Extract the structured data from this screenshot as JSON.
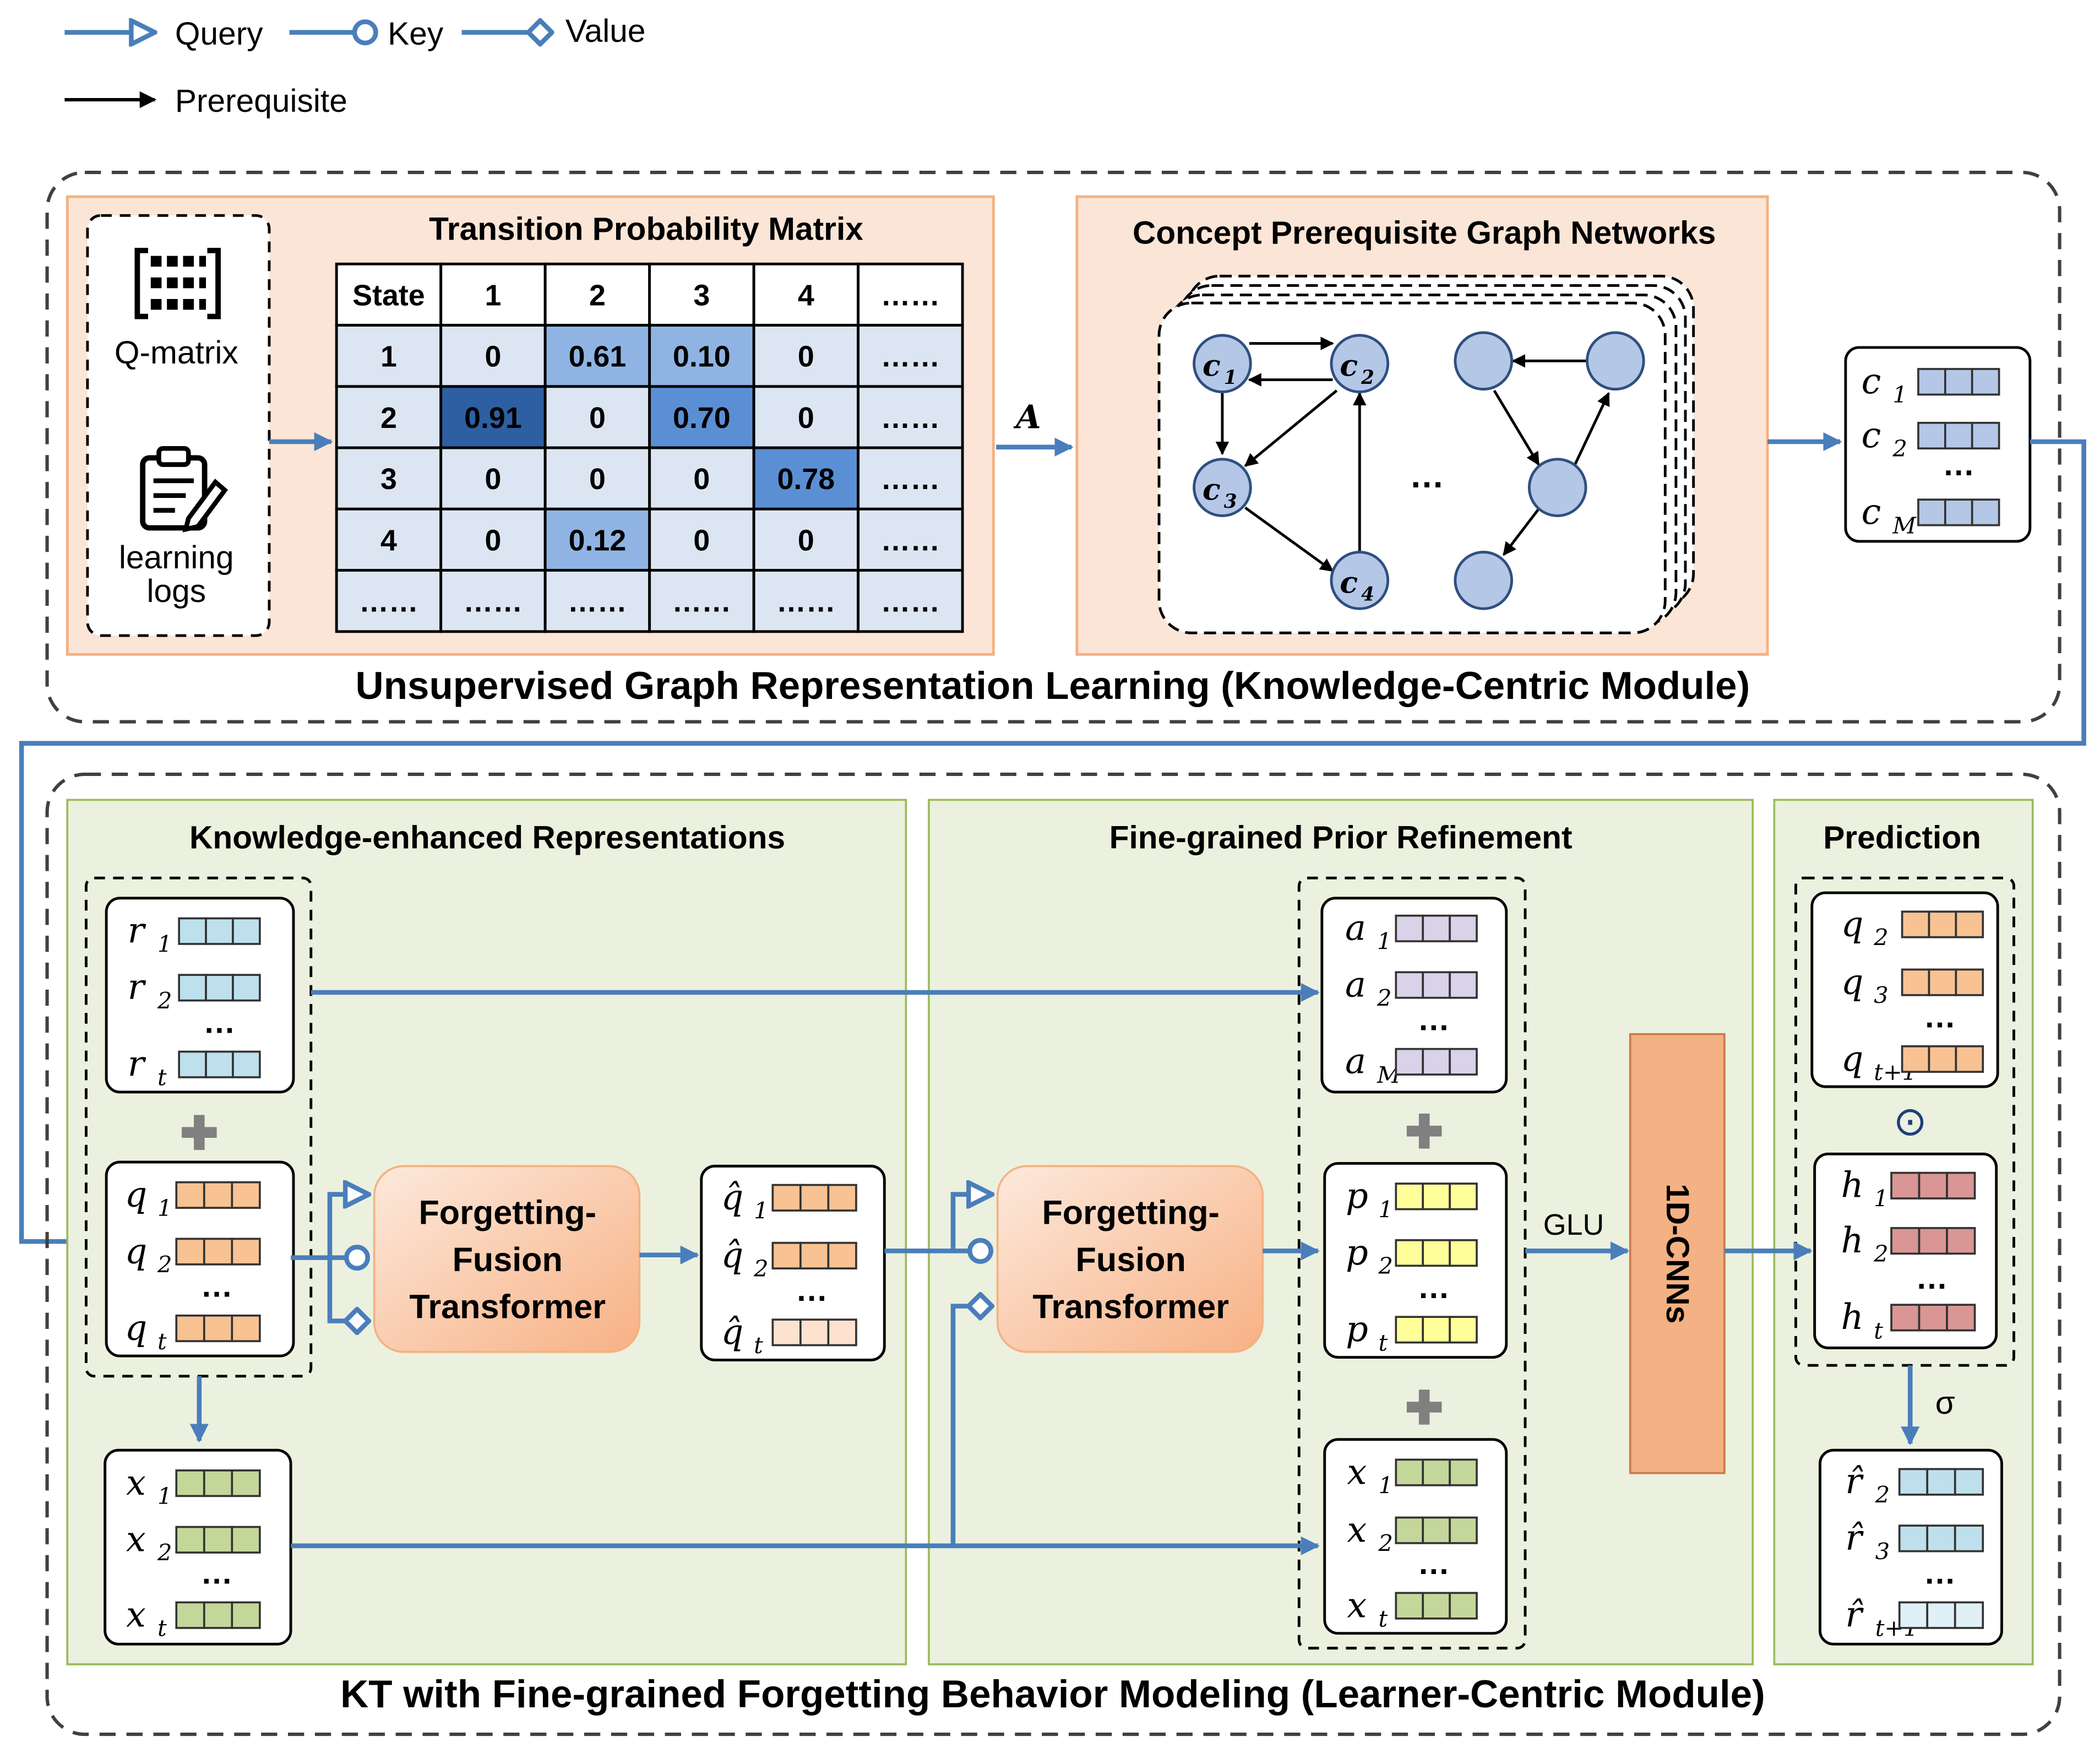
{
  "legend": {
    "query": "Query",
    "key": "Key",
    "value": "Value",
    "prerequisite": "Prerequisite"
  },
  "top_module": {
    "title": "Unsupervised Graph Representation Learning (Knowledge-Centric Module)",
    "inputs": {
      "qmatrix_label": "Q-matrix",
      "logs_label_line1": "learning",
      "logs_label_line2": "logs"
    },
    "matrix": {
      "title": "Transition Probability Matrix",
      "rows": [
        [
          "State",
          "1",
          "2",
          "3",
          "4",
          "……"
        ],
        [
          "1",
          "0",
          "0.61",
          "0.10",
          "0",
          "……"
        ],
        [
          "2",
          "0.91",
          "0",
          "0.70",
          "0",
          "……"
        ],
        [
          "3",
          "0",
          "0",
          "0",
          "0.78",
          "……"
        ],
        [
          "4",
          "0",
          "0.12",
          "0",
          "0",
          "……"
        ],
        [
          "……",
          "……",
          "……",
          "……",
          "……",
          "……"
        ]
      ]
    },
    "arrow_label": "A",
    "graph": {
      "title": "Concept Prerequisite Graph Networks",
      "nodes": [
        "c",
        "c",
        "c",
        "c"
      ],
      "node_subs": [
        "1",
        "2",
        "3",
        "4"
      ],
      "ellipsis": "…"
    },
    "concept_embeddings": {
      "labels": [
        "c",
        "c",
        "c"
      ],
      "subs": [
        "1",
        "2",
        "M"
      ],
      "ellipsis": "…"
    }
  },
  "bottom_module": {
    "title": "KT with Fine-grained Forgetting Behavior Modeling (Learner-Centric Module)",
    "knowledge_panel": {
      "title": "Knowledge-enhanced Representations",
      "r_labels": [
        "r",
        "r",
        "r"
      ],
      "r_subs": [
        "1",
        "2",
        "t"
      ],
      "q_labels": [
        "q",
        "q",
        "q"
      ],
      "q_subs": [
        "1",
        "2",
        "t"
      ],
      "x_labels": [
        "x",
        "x",
        "x"
      ],
      "x_subs": [
        "1",
        "2",
        "t"
      ],
      "transformer": [
        "Forgetting-",
        "Fusion",
        "Transformer"
      ],
      "qhat_labels": [
        "q̂",
        "q̂",
        "q̂"
      ],
      "qhat_subs": [
        "1",
        "2",
        "t"
      ],
      "ellipsis": "…"
    },
    "refinement_panel": {
      "title": "Fine-grained Prior Refinement",
      "transformer": [
        "Forgetting-",
        "Fusion",
        "Transformer"
      ],
      "a_labels": [
        "a",
        "a",
        "a"
      ],
      "a_subs": [
        "1",
        "2",
        "M"
      ],
      "p_labels": [
        "p",
        "p",
        "p"
      ],
      "p_subs": [
        "1",
        "2",
        "t"
      ],
      "x_labels": [
        "x",
        "x",
        "x"
      ],
      "x_subs": [
        "1",
        "2",
        "t"
      ],
      "glu": "GLU",
      "cnn": "1D-CNNs",
      "ellipsis": "…"
    },
    "prediction_panel": {
      "title": "Prediction",
      "q_labels": [
        "q",
        "q",
        "q"
      ],
      "q_subs": [
        "2",
        "3",
        "t+1"
      ],
      "h_labels": [
        "h",
        "h",
        "h"
      ],
      "h_subs": [
        "1",
        "2",
        "t"
      ],
      "odot": "⊙",
      "sigma": "σ",
      "rhat_labels": [
        "r̂",
        "r̂",
        "r̂"
      ],
      "rhat_subs": [
        "2",
        "3",
        "t+1"
      ],
      "ellipsis": "…"
    }
  },
  "colors": {
    "arrow_blue": "#4a7ebb",
    "panel_orange": "#fbe5d6",
    "panel_green": "#ebf1de",
    "transformer_orange": "#f8b990",
    "cnn_orange": "#f4b183",
    "node_fill": "#b4c7e7",
    "r_cells": "#bde0ec",
    "q_cells": "#f8c293",
    "qhat_last": "#fde3cf",
    "x_cells": "#c4d79b",
    "a_cells": "#d9d2e9",
    "p_cells": "#ffff99",
    "h_cells": "#d99694",
    "m_dark": "#2e5fa3",
    "m_mid": "#5b8fd4",
    "m_light": "#8fb4e3",
    "m_pale": "#dce6f2",
    "m_header": "#dce6f2"
  }
}
